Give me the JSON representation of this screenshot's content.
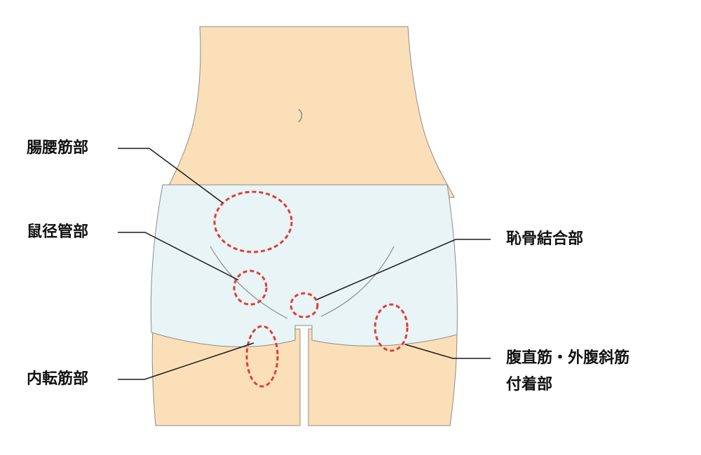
{
  "labels": {
    "iliopsoas": "腸腰筋部",
    "inguinal_canal": "鼠径管部",
    "adductor": "内転筋部",
    "pubic_symphysis": "恥骨結合部",
    "rectus_attachment_line1": "腹直筋・外腹斜筋",
    "rectus_attachment_line2": "付着部"
  },
  "colors": {
    "skin": "#fbdfb8",
    "skin_outline": "#8c8c8c",
    "shorts": "#e8f4f5",
    "marker": "#e23b3b",
    "leader_line": "#1a1a1a"
  }
}
